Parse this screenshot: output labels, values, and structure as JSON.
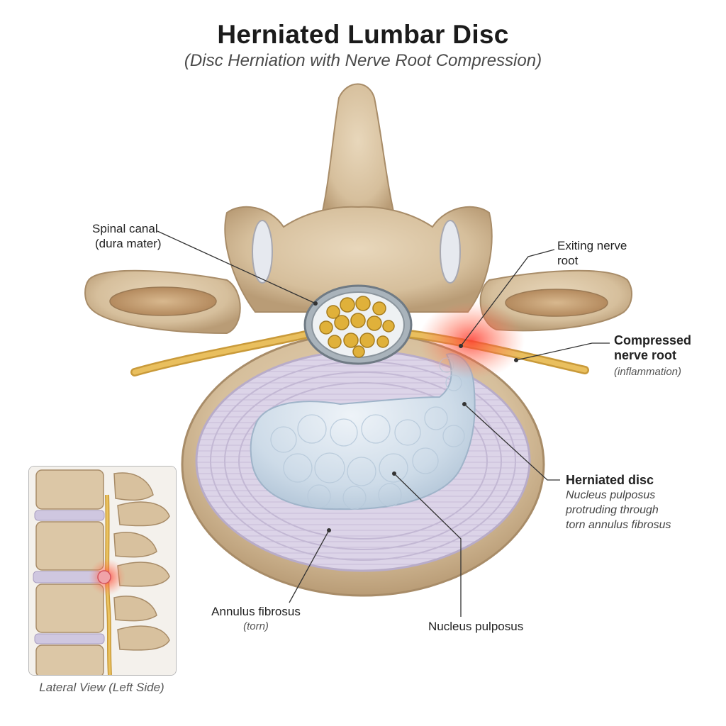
{
  "title": "Herniated Lumbar Disc",
  "subtitle": "(Disc Herniation with Nerve Root Compression)",
  "labels": {
    "spinal_canal": {
      "main": "Spinal canal",
      "sub": "(dura mater)"
    },
    "exiting_nerve": {
      "line1": "Exiting nerve",
      "line2": "root"
    },
    "compressed_nerve": {
      "line1": "Compressed",
      "line2": "nerve root",
      "note": "(inflammation)"
    },
    "herniated_disc": {
      "main": "Herniated disc",
      "line1": "Nucleus pulposus",
      "line2": "protruding through",
      "line3": "torn annulus fibrosus"
    },
    "annulus": {
      "main": "Annulus fibrosus",
      "note": "(torn)"
    },
    "nucleus": {
      "main": "Nucleus pulposus"
    }
  },
  "inset_caption": "Lateral View (Left Side)",
  "colors": {
    "bone": "#d9c4a4",
    "bone_dark": "#a88c68",
    "annulus": "#d9d2e6",
    "nucleus": "#cfdce9",
    "nerve": "#e2b04a",
    "inflammation": "#e8403a"
  }
}
